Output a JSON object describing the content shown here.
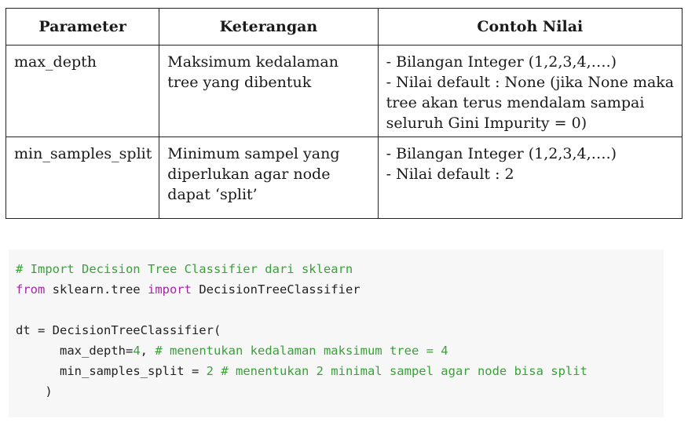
{
  "table": {
    "headers": [
      "Parameter",
      "Keterangan",
      "Contoh Nilai"
    ],
    "rows": [
      {
        "parameter": "max_depth",
        "keterangan": [
          "Maksimum kedalaman",
          "tree yang dibentuk"
        ],
        "contoh": [
          "- Bilangan Integer (1,2,3,4,….)",
          "- Nilai default : None (jika None maka",
          "tree akan terus mendalam sampai",
          "seluruh Gini Impurity = 0)"
        ]
      },
      {
        "parameter": "min_samples_split",
        "keterangan": [
          "Minimum sampel yang",
          "diperlukan agar node",
          "dapat ‘split’"
        ],
        "contoh": [
          "- Bilangan Integer (1,2,3,4,….)",
          "- Nilai default : 2"
        ]
      }
    ]
  },
  "code": {
    "line1_comment": "# Import Decision Tree Classifier dari sklearn",
    "line2_from": "from",
    "line2_module": " sklearn.tree ",
    "line2_import": "import",
    "line2_class": " DecisionTreeClassifier",
    "line3": "",
    "line4": "dt = DecisionTreeClassifier(",
    "line5_indent": "      ",
    "line5_arg": "max_depth=",
    "line5_num": "4",
    "line5_sep": ", ",
    "line5_comment": "# menentukan kedalaman maksimum tree = 4",
    "line6_indent": "      ",
    "line6_arg": "min_samples_split = ",
    "line6_num": "2",
    "line6_sep": " ",
    "line6_comment": "# menentukan 2 minimal sampel agar node bisa split",
    "line7": "    )"
  },
  "colors": {
    "comment": "#3aa03a",
    "keyword": "#a626a4",
    "code_background": "#f7f7f7"
  }
}
